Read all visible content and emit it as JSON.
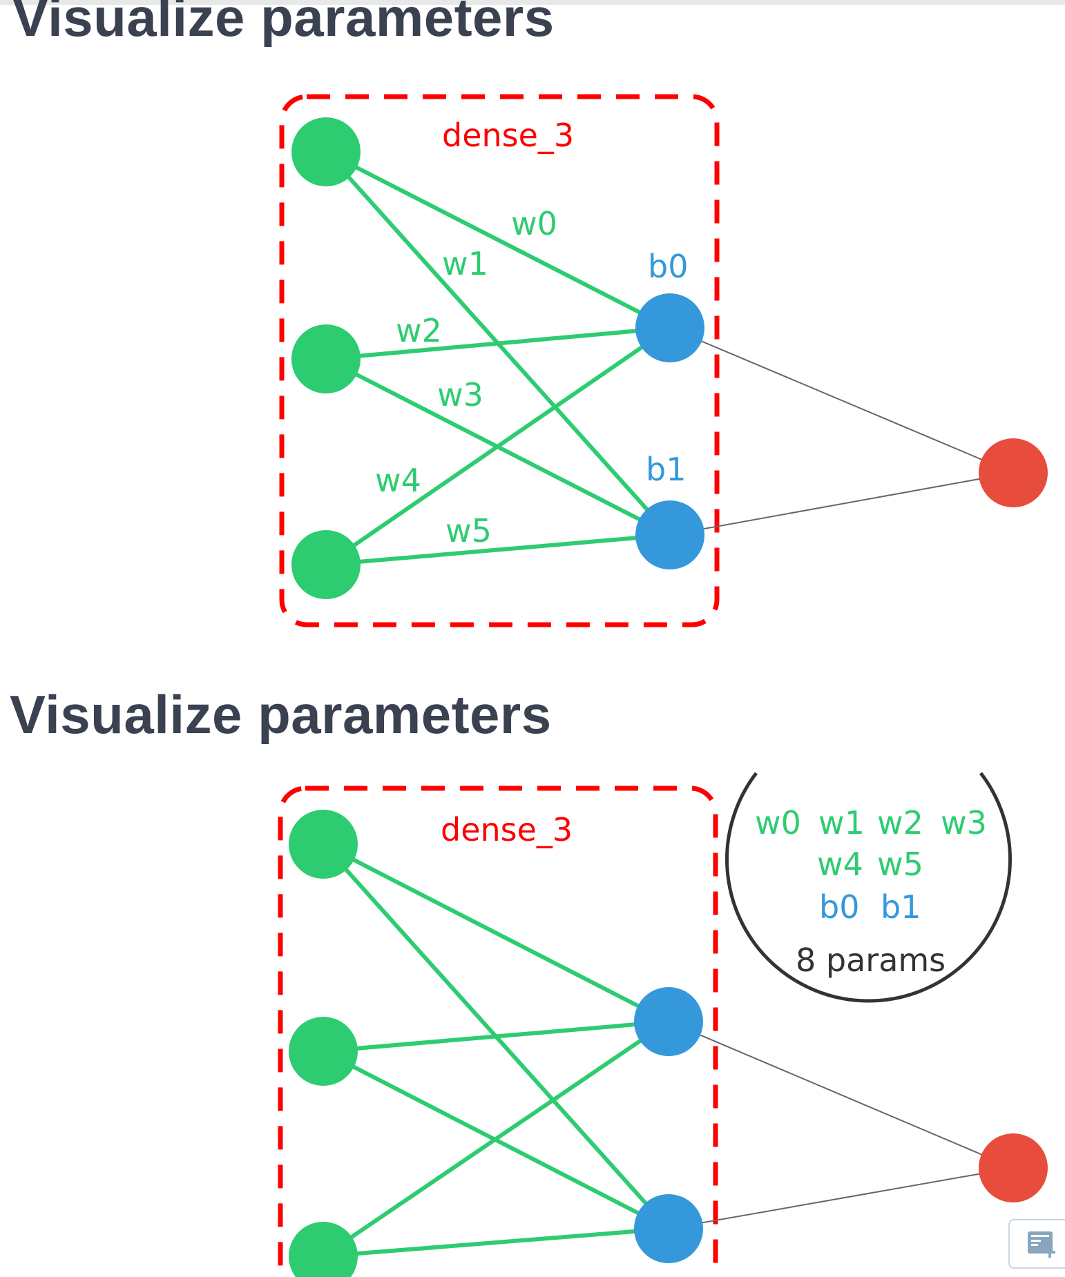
{
  "slides": [
    {
      "title": "Visualize parameters",
      "layer_label": "dense_3",
      "weight_labels": [
        "w0",
        "w1",
        "w2",
        "w3",
        "w4",
        "w5"
      ],
      "bias_labels": [
        "b0",
        "b1"
      ]
    },
    {
      "title": "Visualize parameters",
      "layer_label": "dense_3",
      "summary": {
        "weights_row1": [
          "w0",
          "w1",
          "w2",
          "w3"
        ],
        "weights_row2": [
          "w4",
          "w5"
        ],
        "biases": [
          "b0",
          "b1"
        ],
        "count_label": "8 params"
      }
    }
  ],
  "colors": {
    "input": "#2ecc71",
    "hidden": "#3498db",
    "output": "#e74c3c",
    "layer_box": "#ff0000"
  },
  "notes_button_icon": "add-note-icon"
}
